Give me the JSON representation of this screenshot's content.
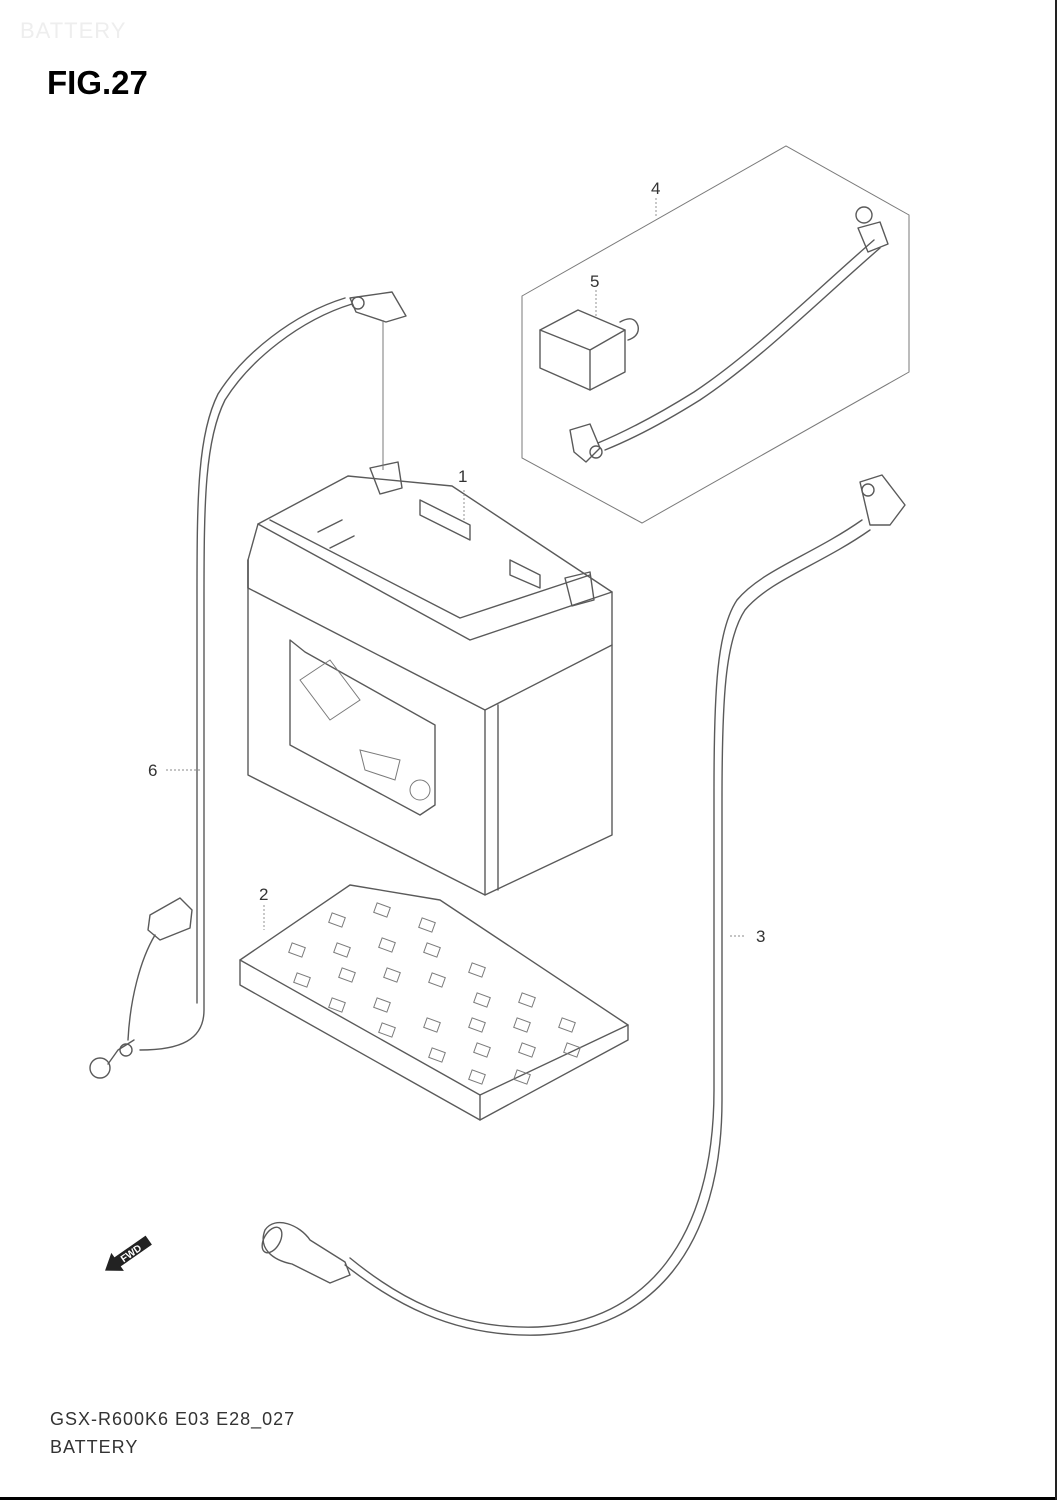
{
  "watermark": "BATTERY",
  "figure": {
    "title": "FIG.27"
  },
  "callouts": [
    "1",
    "2",
    "3",
    "4",
    "5",
    "6"
  ],
  "forward_marker": {
    "label": "FWD",
    "icon": "forward-arrow-icon"
  },
  "footer": {
    "model_code": "GSX-R600K6 E03 E28_027",
    "section_name": "BATTERY"
  }
}
